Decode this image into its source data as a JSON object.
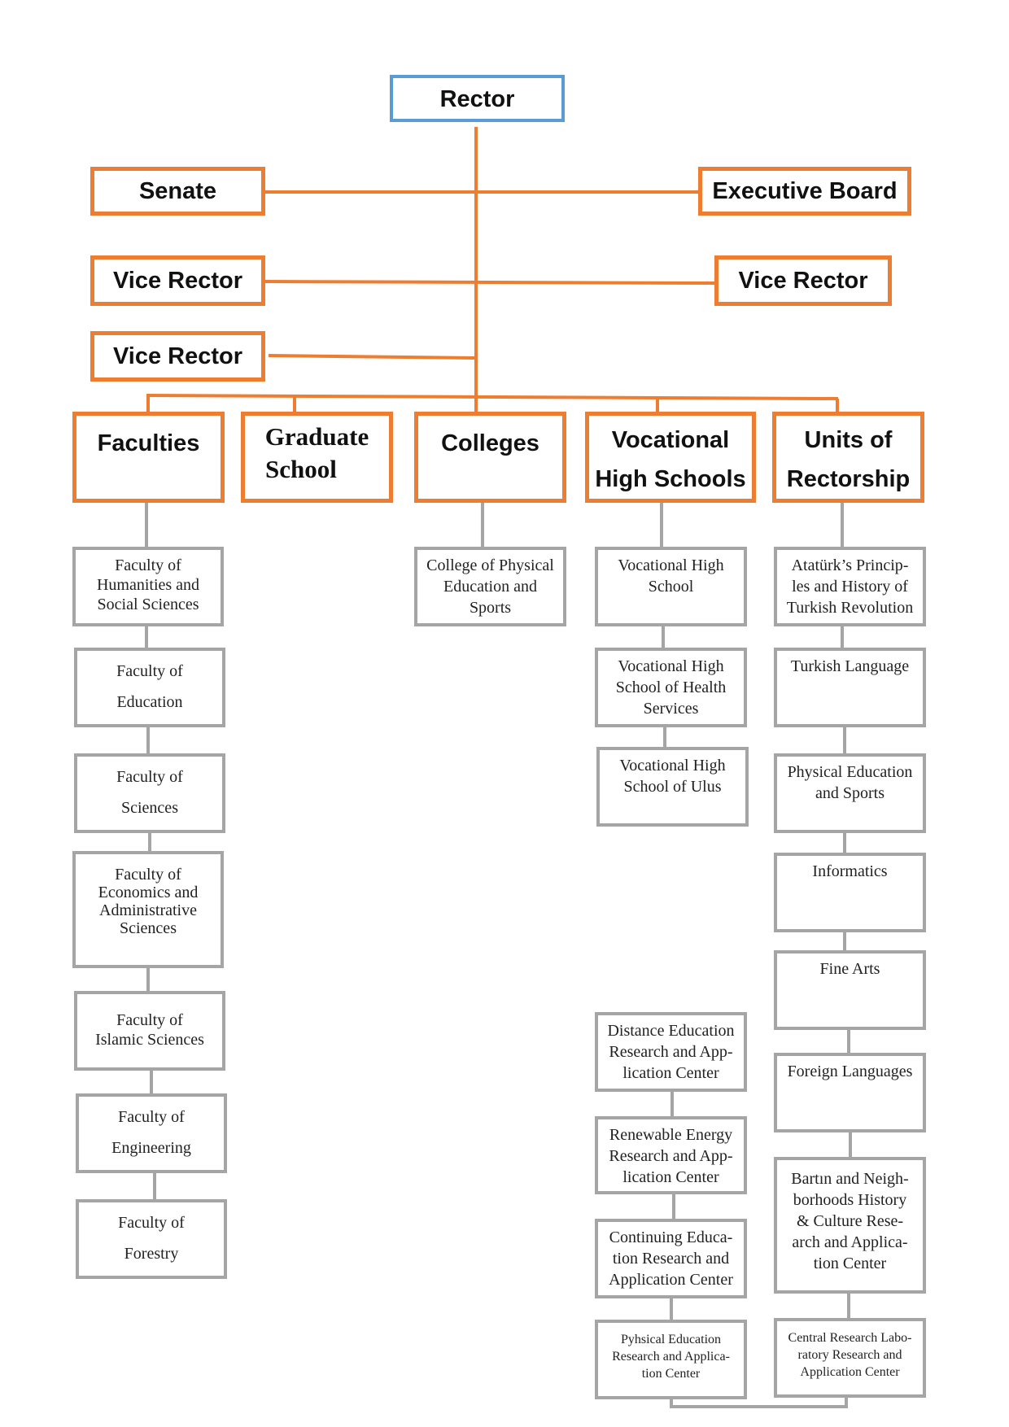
{
  "colors": {
    "top": "#5b9bd5",
    "admin": "#ed7d31",
    "unit": "#a5a5a5"
  },
  "top": {
    "rector": "Rector"
  },
  "admin": {
    "senate": "Senate",
    "executive_board": "Executive Board",
    "vice_rector_left_1": "Vice Rector",
    "vice_rector_right": "Vice Rector",
    "vice_rector_left_2": "Vice Rector"
  },
  "categories": {
    "faculties": [
      "Faculties"
    ],
    "graduate_school": [
      "Graduate",
      "School"
    ],
    "colleges": [
      "Colleges"
    ],
    "vocational": [
      "Vocational",
      "High Schools"
    ],
    "rectorship": [
      "Units of",
      "Rectorship"
    ]
  },
  "faculties": [
    [
      "Faculty of",
      "Humanities and",
      "Social Sciences"
    ],
    [
      "Faculty of",
      "Education"
    ],
    [
      "Faculty of",
      "Sciences"
    ],
    [
      "Faculty  of",
      "Economics and",
      "Administrative",
      "Sciences"
    ],
    [
      "Faculty of",
      "Islamic Sciences"
    ],
    [
      "Faculty of",
      "Engineering"
    ],
    [
      "Faculty of",
      "Forestry"
    ]
  ],
  "colleges": [
    [
      "College of Physical",
      "Education and",
      "Sports"
    ]
  ],
  "vocational": [
    [
      "Vocational High",
      "School"
    ],
    [
      "Vocational High",
      "School of Health",
      "Services"
    ],
    [
      "Vocational High",
      "School of Ulus"
    ]
  ],
  "centers": [
    [
      "Distance Education",
      "Research and App-",
      "lication Center"
    ],
    [
      "Renewable Energy",
      "Research and App-",
      "lication Center"
    ],
    [
      "Continuing Educa-",
      "tion Research and",
      "Application Center"
    ],
    [
      "Pyhsical Education",
      "Research and Applica-",
      "tion Center"
    ]
  ],
  "rectorship": [
    [
      "Atatürk’s Princip-",
      "les and History of",
      "Turkish Revolution"
    ],
    [
      "Turkish Language"
    ],
    [
      "Physical Education",
      "and Sports"
    ],
    [
      "Informatics"
    ],
    [
      "Fine Arts"
    ],
    [
      "Foreign Languages"
    ],
    [
      "Bartın and Neigh-",
      "borhoods History",
      "& Culture Rese-",
      "arch and Applica-",
      "tion Center"
    ],
    [
      "Central Research Labo-",
      "ratory Research and",
      "Application Center"
    ]
  ]
}
